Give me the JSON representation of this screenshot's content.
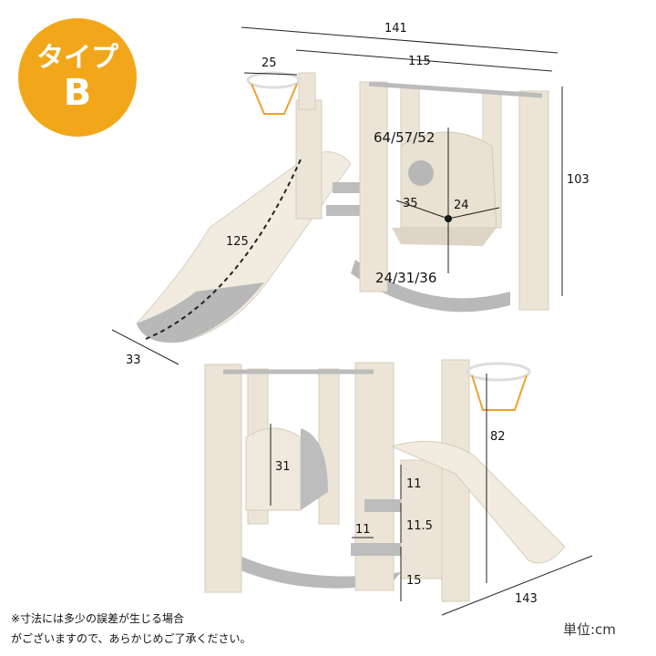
{
  "badge": {
    "line1": "タイプ",
    "line2": "B"
  },
  "top_view": {
    "total_length": "141",
    "swing_width": "115",
    "hoop_width": "25",
    "height": "103",
    "seat_height": "64/57/52",
    "seat_width": "35",
    "seat_depth": "24",
    "seat_lower": "24/31/36",
    "slide_length": "125",
    "slide_width": "33"
  },
  "bottom_view": {
    "seat_back": "31",
    "step_1": "11",
    "step_2": "11.5",
    "step_3": "15",
    "step_width": "11",
    "hoop_height": "82",
    "total_depth": "143"
  },
  "note": {
    "line1": "※寸法には多少の誤差が生じる場合",
    "line2": "がございますので、あらかじめご了承ください。"
  },
  "unit": "単位:cm",
  "colors": {
    "badge": "#f2a71b",
    "frame": "#ece4d6",
    "grey": "#a9a9a9",
    "hoop": "#f0a12a"
  }
}
